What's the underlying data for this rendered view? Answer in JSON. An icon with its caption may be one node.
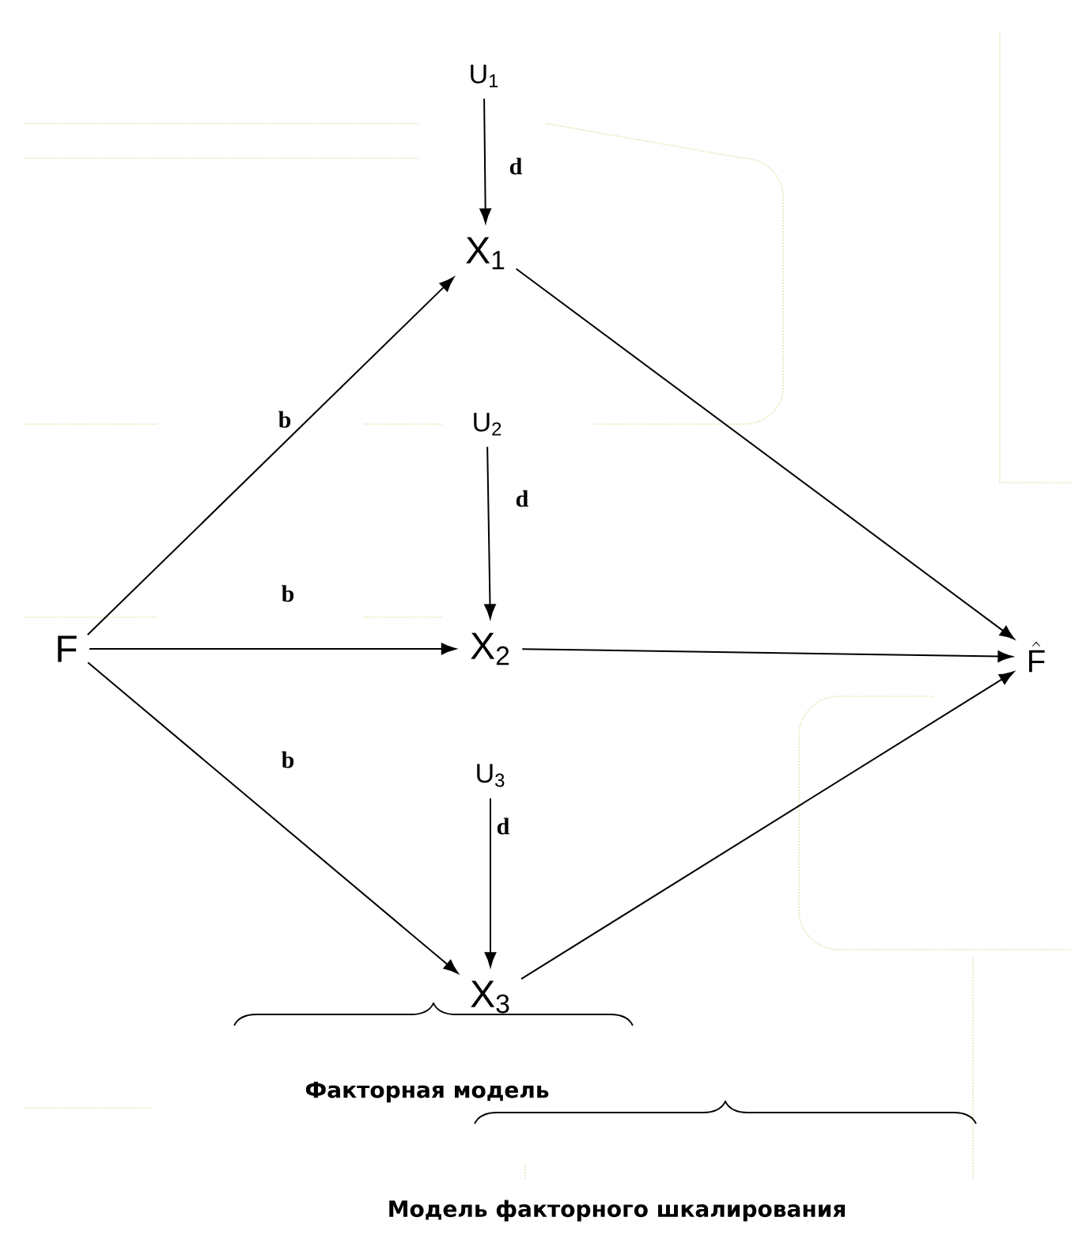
{
  "diagram": {
    "nodes": [
      {
        "text": [
          "U$_{1}$"
        ]
      },
      {
        "text": [
          "X$_{1}$"
        ]
      },
      {
        "text": [
          "U$_{2}$"
        ]
      },
      {
        "text": [
          "X$_{2}$"
        ]
      },
      {
        "text": [
          "U$_{3}$"
        ]
      },
      {
        "text": [
          "X$_{3}$"
        ]
      },
      {
        "text": [
          "F"
        ]
      },
      {
        "text": [
          "\\hat{\\mathrm{F}}"
        ]
      }
    ],
    "edges": [
      {
        "from": 0,
        "to": 1,
        "arrow": "to",
        "label": "d"
      },
      {
        "from": 2,
        "to": 3,
        "arrow": "to",
        "label": "d"
      },
      {
        "from": 4,
        "to": 5,
        "arrow": "to",
        "label": "d"
      },
      {
        "from": 6,
        "to": 1,
        "arrow": "to",
        "label": "b"
      },
      {
        "from": 6,
        "to": 3,
        "arrow": "to",
        "label": "b"
      },
      {
        "from": 6,
        "to": 5,
        "arrow": "to",
        "label": "b"
      },
      {
        "from": 1,
        "to": 7,
        "arrow": "to"
      },
      {
        "from": 3,
        "to": 7,
        "arrow": "to"
      },
      {
        "from": 5,
        "to": 7,
        "arrow": "to"
      }
    ],
    "labels": [
      "Факторная модель",
      "Модель факторного шкалирования"
    ]
  }
}
